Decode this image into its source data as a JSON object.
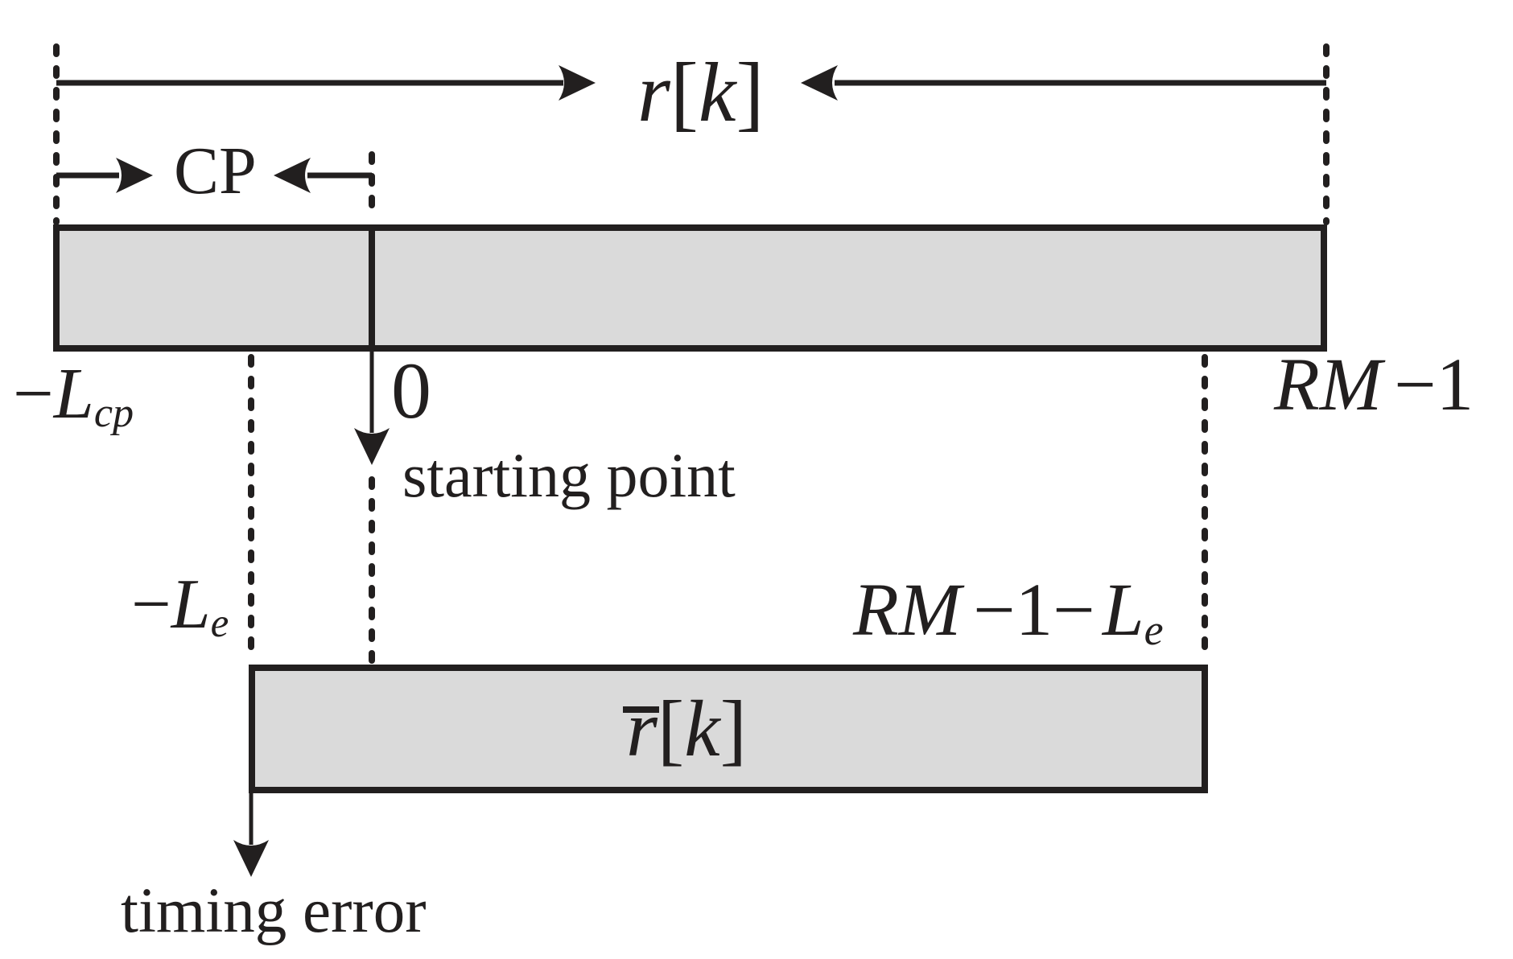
{
  "figure": {
    "colors": {
      "background": "#ffffff",
      "line": "#221f1f",
      "bar_fill": "#dadada"
    },
    "top_axis": {
      "signal_label": {
        "r": "r",
        "open": "[",
        "k": "k",
        "close": "]"
      }
    },
    "cp_label": "CP",
    "top_bar": {
      "left_index": {
        "minus": "−",
        "symbol": "L",
        "subscript": "cp"
      },
      "zero_index": "0",
      "right_index": {
        "symbol": "RM",
        "rest": "−1"
      }
    },
    "starting_point_label": "starting point",
    "bottom_bar": {
      "left_index": {
        "minus": "−",
        "symbol": "L",
        "subscript": "e"
      },
      "right_index": {
        "symbol": "RM",
        "rest": "−1−",
        "symbol2": "L",
        "subscript": "e"
      },
      "signal_label": {
        "r": "r",
        "open": "[",
        "k": "k",
        "close": "]"
      }
    },
    "timing_error_label": "timing error"
  }
}
